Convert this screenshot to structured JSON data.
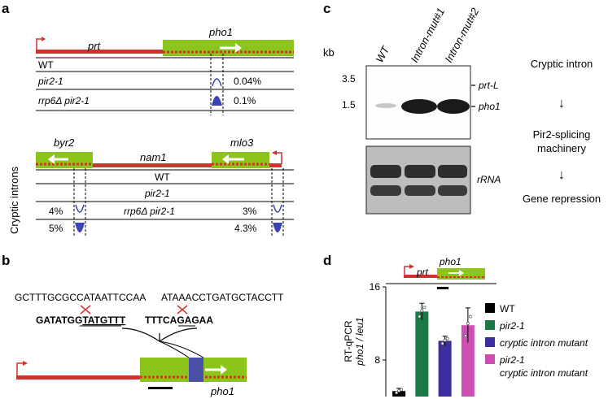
{
  "panel_a": {
    "letter": "a",
    "side_label": "Cryptic introns",
    "top": {
      "gene_left": "prt",
      "gene_right": "pho1",
      "rows": [
        "WT",
        "pir2-1",
        "rrp6Δ pir2-1"
      ],
      "pct": [
        "0.04%",
        "0.1%"
      ]
    },
    "bottom": {
      "gene_left": "byr2",
      "gene_mid": "nam1",
      "gene_right": "mlo3",
      "rows": [
        "WT",
        "pir2-1",
        "rrp6Δ pir2-1"
      ],
      "pct_left": [
        "4%",
        "5%"
      ],
      "pct_right": [
        "3%",
        "4.3%"
      ]
    }
  },
  "panel_b": {
    "letter": "b",
    "seq_top_left": "GCTTTGCGCCATAATTCCAA",
    "seq_top_right": "ATAAACCTGATGCTACCTT",
    "seq_bot_left_a": "GATATGG",
    "seq_bot_left_b": "TATGTTT",
    "seq_bot_right_a": "TTTCA",
    "seq_bot_right_b": "GAG",
    "seq_bot_right_c": "AA",
    "gene": "pho1"
  },
  "panel_c": {
    "letter": "c",
    "kb_label": "kb",
    "lanes": [
      "WT",
      "Intron-mut#1",
      "Intron-mut#2"
    ],
    "markers": [
      "3.5",
      "1.5"
    ],
    "band_labels": [
      "prt-L",
      "pho1"
    ],
    "rrna_label": "rRNA",
    "flow": [
      "Cryptic intron",
      "Pir2-splicing",
      "machinery",
      "Gene repression"
    ],
    "arrow_glyph": "↓"
  },
  "panel_d": {
    "letter": "d",
    "ylabel_main": "RT-qPCR",
    "ylabel_sub": "pho1 / leu1",
    "inset_left": "prt",
    "inset_right": "pho1",
    "legend": [
      "WT",
      "pir2-1",
      "cryptic intron mutant",
      "pir2-1",
      "cryptic intron mutant"
    ],
    "chart_data": {
      "type": "bar",
      "categories": [
        "WT",
        "pir2-1",
        "cryptic intron mutant",
        "pir2-1 cryptic intron mutant"
      ],
      "values": [
        4.6,
        13.3,
        10.1,
        11.8
      ],
      "errors": [
        0.3,
        0.9,
        0.5,
        1.9
      ],
      "colors": [
        "#000000",
        "#1a7a45",
        "#3b2f9e",
        "#cc4fb0"
      ],
      "ylabel": "RT-qPCR pho1 / leu1",
      "yticks": [
        8,
        16
      ],
      "ylim": [
        4,
        16
      ]
    }
  },
  "colors": {
    "red": "#d2322d",
    "green": "#8cc41c",
    "blue": "#3b44b0",
    "purple": "#4a4fa8"
  }
}
